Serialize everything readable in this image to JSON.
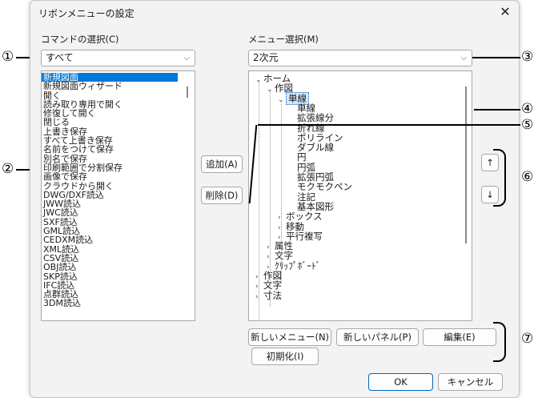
{
  "window": {
    "title": "リボンメニューの設定",
    "close_glyph": "✕"
  },
  "command_panel": {
    "label": "コマンドの選択(C)",
    "filter_value": "すべて",
    "items": [
      "新規図面",
      "新規図面ウィザード",
      "開く",
      "読み取り専用で開く",
      "修復して開く",
      "閉じる",
      "上書き保存",
      "すべて上書き保存",
      "名前をつけて保存",
      "別名で保存",
      "印刷範囲で分割保存",
      "画像で保存",
      "クラウドから開く",
      "DWG/DXF読込",
      "JWW読込",
      "JWC読込",
      "SXF読込",
      "GML読込",
      "CEDXM読込",
      "XML読込",
      "CSV読込",
      "OBJ読込",
      "SKP読込",
      "IFC読込",
      "点群読込",
      "3DM読込"
    ],
    "selected_index": 0
  },
  "menu_panel": {
    "label": "メニュー選択(M)",
    "filter_value": "2次元",
    "tree": [
      {
        "text": "ホーム",
        "level": 0,
        "tw": "⌄"
      },
      {
        "text": "作図",
        "level": 1,
        "tw": "⌄"
      },
      {
        "text": "単線",
        "level": 2,
        "tw": "⌄",
        "selected": true
      },
      {
        "text": "単線",
        "level": 3,
        "tw": ""
      },
      {
        "text": "拡張線分",
        "level": 3,
        "tw": ""
      },
      {
        "text": "折れ線",
        "level": 3,
        "tw": ""
      },
      {
        "text": "ポリライン",
        "level": 3,
        "tw": ""
      },
      {
        "text": "ダブル線",
        "level": 3,
        "tw": ""
      },
      {
        "text": "円",
        "level": 3,
        "tw": ""
      },
      {
        "text": "円弧",
        "level": 3,
        "tw": ""
      },
      {
        "text": "拡張円弧",
        "level": 3,
        "tw": ""
      },
      {
        "text": "モクモクペン",
        "level": 3,
        "tw": ""
      },
      {
        "text": "注記",
        "level": 3,
        "tw": ""
      },
      {
        "text": "基本図形",
        "level": 3,
        "tw": ""
      },
      {
        "text": "ボックス",
        "level": 2,
        "tw": "›"
      },
      {
        "text": "移動",
        "level": 2,
        "tw": "›"
      },
      {
        "text": "平行複写",
        "level": 2,
        "tw": "›"
      },
      {
        "text": "属性",
        "level": 1,
        "tw": "›"
      },
      {
        "text": "文字",
        "level": 1,
        "tw": "›"
      },
      {
        "text": "ｸﾘｯﾌﾟﾎﾞｰﾄﾞ",
        "level": 1,
        "tw": "›"
      },
      {
        "text": "作図",
        "level": 0,
        "tw": "›"
      },
      {
        "text": "文字",
        "level": 0,
        "tw": "›"
      },
      {
        "text": "寸法",
        "level": 0,
        "tw": "›"
      }
    ]
  },
  "buttons": {
    "add": "追加(A)",
    "remove": "削除(D)",
    "up": "↑",
    "down": "↓",
    "new_menu": "新しいメニュー(N)",
    "new_panel": "新しいパネル(P)",
    "edit": "編集(E)",
    "reset": "初期化(I)",
    "ok": "OK",
    "cancel": "キャンセル"
  },
  "annotations": [
    "①",
    "②",
    "③",
    "④",
    "⑤",
    "⑥",
    "⑦"
  ]
}
